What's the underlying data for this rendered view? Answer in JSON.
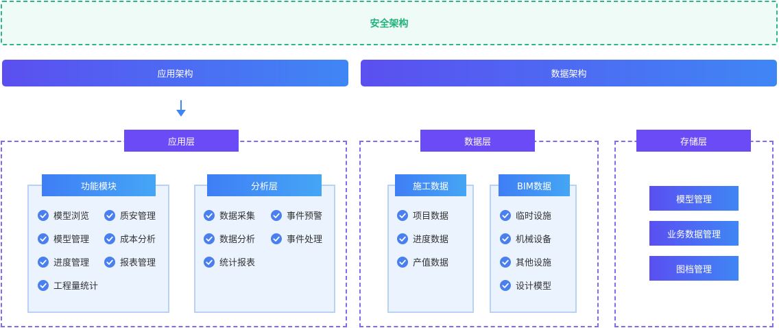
{
  "security": {
    "label": "安全架构"
  },
  "architecture": {
    "app_label": "应用架构",
    "data_label": "数据架构"
  },
  "colors": {
    "security_green": "#22b27c",
    "primary_purple": "#6a4bf5",
    "gradient_blue": "#3f86f5",
    "panel_bg": "#eaf3fe",
    "check_blue": "#4a7ff0"
  },
  "layers": {
    "app": {
      "label": "应用层",
      "panels": {
        "function": {
          "title": "功能模块",
          "items": [
            "模型浏览",
            "质安管理",
            "模型管理",
            "成本分析",
            "进度管理",
            "报表管理",
            "工程量统计"
          ]
        },
        "analysis": {
          "title": "分析层",
          "items": [
            "数据采集",
            "事件预警",
            "数据分析",
            "事件处理",
            "统计报表"
          ]
        }
      }
    },
    "data": {
      "label": "数据层",
      "panels": {
        "construction": {
          "title": "施工数据",
          "items": [
            "项目数据",
            "进度数据",
            "产值数据"
          ]
        },
        "bim": {
          "title": "BIM数据",
          "items": [
            "临时设施",
            "机械设备",
            "其他设施",
            "设计模型"
          ]
        }
      }
    },
    "storage": {
      "label": "存储层",
      "items": [
        "模型管理",
        "业务数据管理",
        "图档管理"
      ]
    }
  },
  "icons": {
    "check": "check-circle-icon",
    "arrow": "arrow-down-icon"
  }
}
